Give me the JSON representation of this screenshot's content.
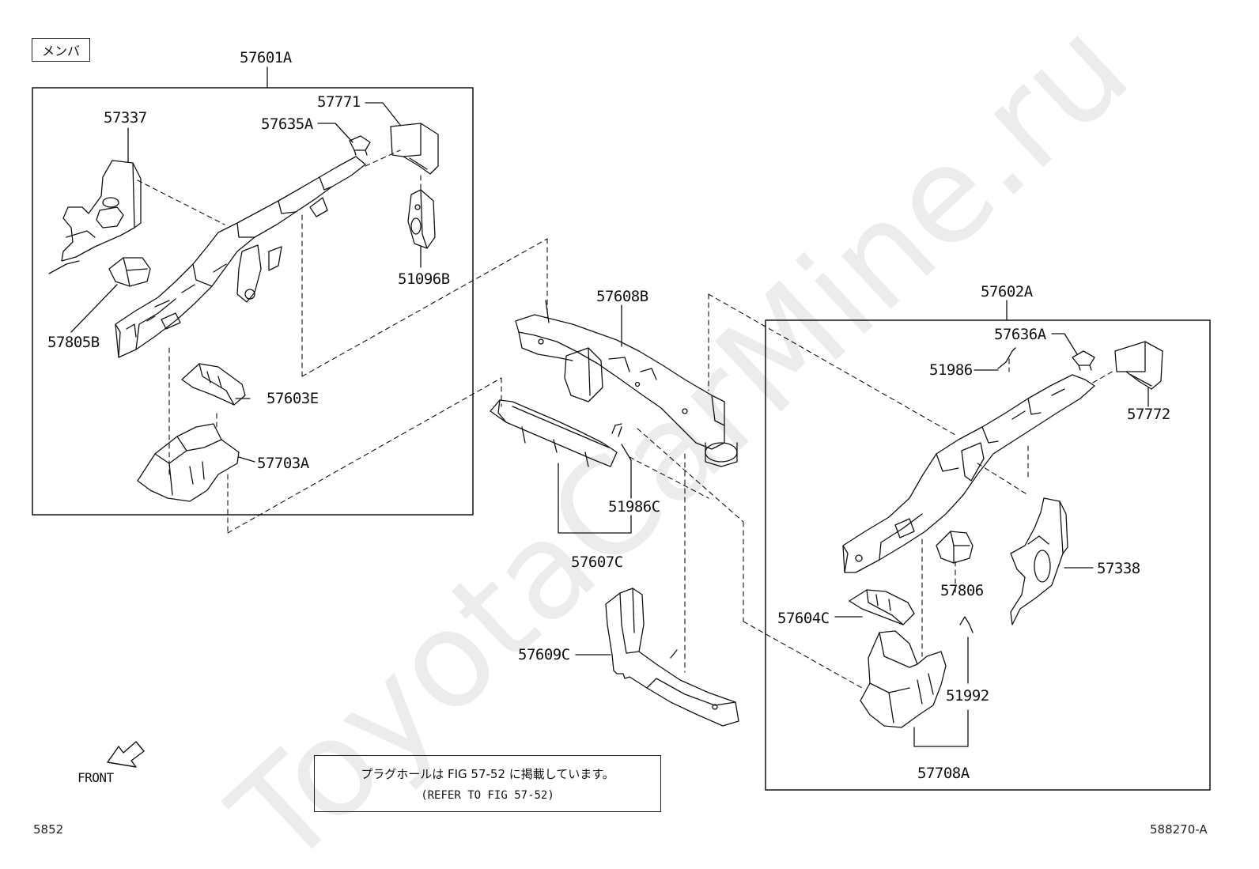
{
  "tag": "メンバ",
  "watermark": "ToyotaCarMine.ru",
  "front_label": "FRONT",
  "note": {
    "jp": "プラグホールは FIG 57-52 に掲載しています。",
    "en": "(REFER TO FIG 57-52)"
  },
  "page_number": "5852",
  "figure_id": "588270-A",
  "parts": {
    "p57601A": "57601A",
    "p57337": "57337",
    "p57771": "57771",
    "p57635A": "57635A",
    "p51096B": "51096B",
    "p57805B": "57805B",
    "p57603E": "57603E",
    "p57703A": "57703A",
    "p57608B": "57608B",
    "p51986C": "51986C",
    "p57607C": "57607C",
    "p57609C": "57609C",
    "p57602A": "57602A",
    "p57636A": "57636A",
    "p51986": "51986",
    "p57772": "57772",
    "p57806": "57806",
    "p57338": "57338",
    "p57604C": "57604C",
    "p51992": "51992",
    "p57708A": "57708A"
  }
}
